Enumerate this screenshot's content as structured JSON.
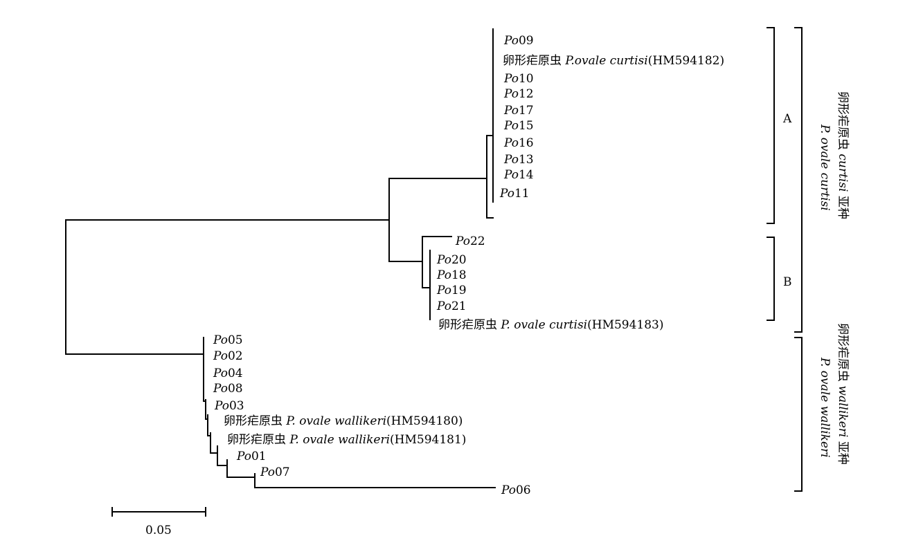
{
  "tips": [
    {
      "id": "Po09",
      "prefix": "Po",
      "suffix": "09"
    },
    {
      "id": "ref182",
      "cn": "卵形疟原虫 ",
      "sp": "P.ovale curtisi",
      "acc": "(HM594182)"
    },
    {
      "id": "Po10",
      "prefix": "Po",
      "suffix": "10"
    },
    {
      "id": "Po12",
      "prefix": "Po",
      "suffix": "12"
    },
    {
      "id": "Po17",
      "prefix": "Po",
      "suffix": "17"
    },
    {
      "id": "Po15",
      "prefix": "Po",
      "suffix": "15"
    },
    {
      "id": "Po16",
      "prefix": "Po",
      "suffix": "16"
    },
    {
      "id": "Po13",
      "prefix": "Po",
      "suffix": "13"
    },
    {
      "id": "Po14",
      "prefix": "Po",
      "suffix": "14"
    },
    {
      "id": "Po11",
      "prefix": "Po",
      "suffix": "11"
    },
    {
      "id": "Po22",
      "prefix": "Po",
      "suffix": "22"
    },
    {
      "id": "Po20",
      "prefix": "Po",
      "suffix": "20"
    },
    {
      "id": "Po18",
      "prefix": "Po",
      "suffix": "18"
    },
    {
      "id": "Po19",
      "prefix": "Po",
      "suffix": "19"
    },
    {
      "id": "Po21",
      "prefix": "Po",
      "suffix": "21"
    },
    {
      "id": "ref183",
      "cn": "卵形疟原虫 ",
      "sp": "P. ovale  curtisi",
      "acc": "(HM594183)"
    },
    {
      "id": "Po05",
      "prefix": "Po",
      "suffix": "05"
    },
    {
      "id": "Po02",
      "prefix": "Po",
      "suffix": "02"
    },
    {
      "id": "Po04",
      "prefix": "Po",
      "suffix": "04"
    },
    {
      "id": "Po08",
      "prefix": "Po",
      "suffix": "08"
    },
    {
      "id": "Po03",
      "prefix": "Po",
      "suffix": "03"
    },
    {
      "id": "ref180",
      "cn": "卵形疟原虫 ",
      "sp": "P. ovale  wallikeri",
      "acc": "(HM594180)"
    },
    {
      "id": "ref181",
      "cn": "卵形疟原虫 ",
      "sp": "P. ovale  wallikeri",
      "acc": "(HM594181)"
    },
    {
      "id": "Po01",
      "prefix": "Po",
      "suffix": "01"
    },
    {
      "id": "Po07",
      "prefix": "Po",
      "suffix": "07"
    },
    {
      "id": "Po06",
      "prefix": "Po",
      "suffix": "06"
    }
  ],
  "clades": {
    "A": "A",
    "B": "B"
  },
  "subspecies": {
    "curtisi": {
      "cn": "卵形疟原虫 ",
      "it": "curtisi",
      "cn2": " 亚种",
      "latin": "P. ovale curtisi"
    },
    "wallikeri": {
      "cn": "卵形疟原虫 ",
      "it": "wallikeri",
      "cn2": " 亚种",
      "latin": "P. ovale wallikeri"
    }
  },
  "scale_bar": {
    "label": "0.05",
    "value": 0.05
  }
}
